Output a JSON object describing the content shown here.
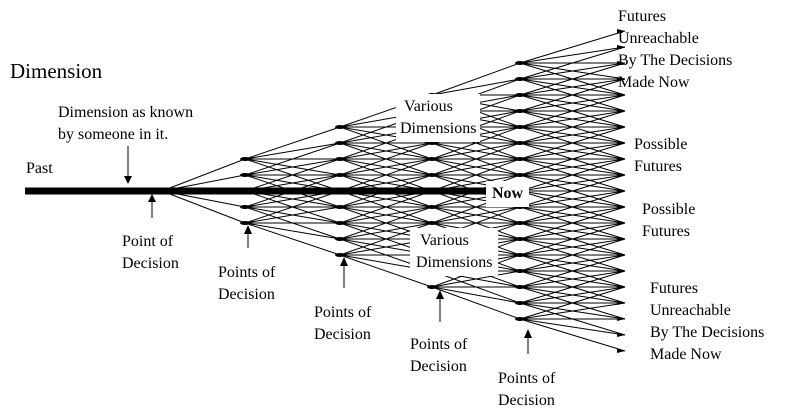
{
  "title": "Dimension",
  "labels": {
    "dimension_known": [
      "Dimension as known",
      "by someone in it."
    ],
    "past": "Past",
    "now": "Now",
    "various_dimensions_top": [
      "Various",
      "Dimensions"
    ],
    "various_dimensions_bottom": [
      "Various",
      "Dimensions"
    ],
    "futures_unreachable_top": [
      "Futures",
      "Unreachable",
      "By The Decisions",
      "Made Now"
    ],
    "possible_futures_1": [
      "Possible",
      "Futures"
    ],
    "possible_futures_2": [
      "Possible",
      "Futures"
    ],
    "futures_unreachable_bottom": [
      "Futures",
      "Unreachable",
      "By The Decisions",
      "Made Now"
    ],
    "point_of_decision": [
      "Point of",
      "Decision"
    ],
    "points_of_decision_1": [
      "Points of",
      "Decision"
    ],
    "points_of_decision_2": [
      "Points of",
      "Decision"
    ],
    "points_of_decision_3": [
      "Points of",
      "Decision"
    ],
    "points_of_decision_4": [
      "Points of",
      "Decision"
    ]
  },
  "tree": {
    "levels": 6,
    "branches_per_node": 5,
    "colors": {
      "line": "#000000",
      "background": "#ffffff"
    }
  }
}
